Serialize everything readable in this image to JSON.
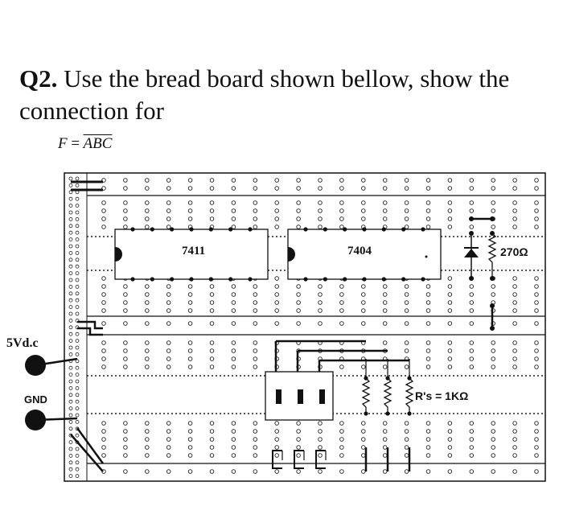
{
  "question": {
    "number": "Q2.",
    "text": "Use the bread board shown bellow, show the connection for"
  },
  "formula": {
    "lhs": "F",
    "eq": "=",
    "rhs": "ABC"
  },
  "board": {
    "chip_left": "7411",
    "chip_right": "7404",
    "resistor_value": "270Ω",
    "switch_resistors": "R's = 1KΩ",
    "supply_label": "5Vd.c",
    "ground_label": "GND",
    "switch_count": 3
  }
}
